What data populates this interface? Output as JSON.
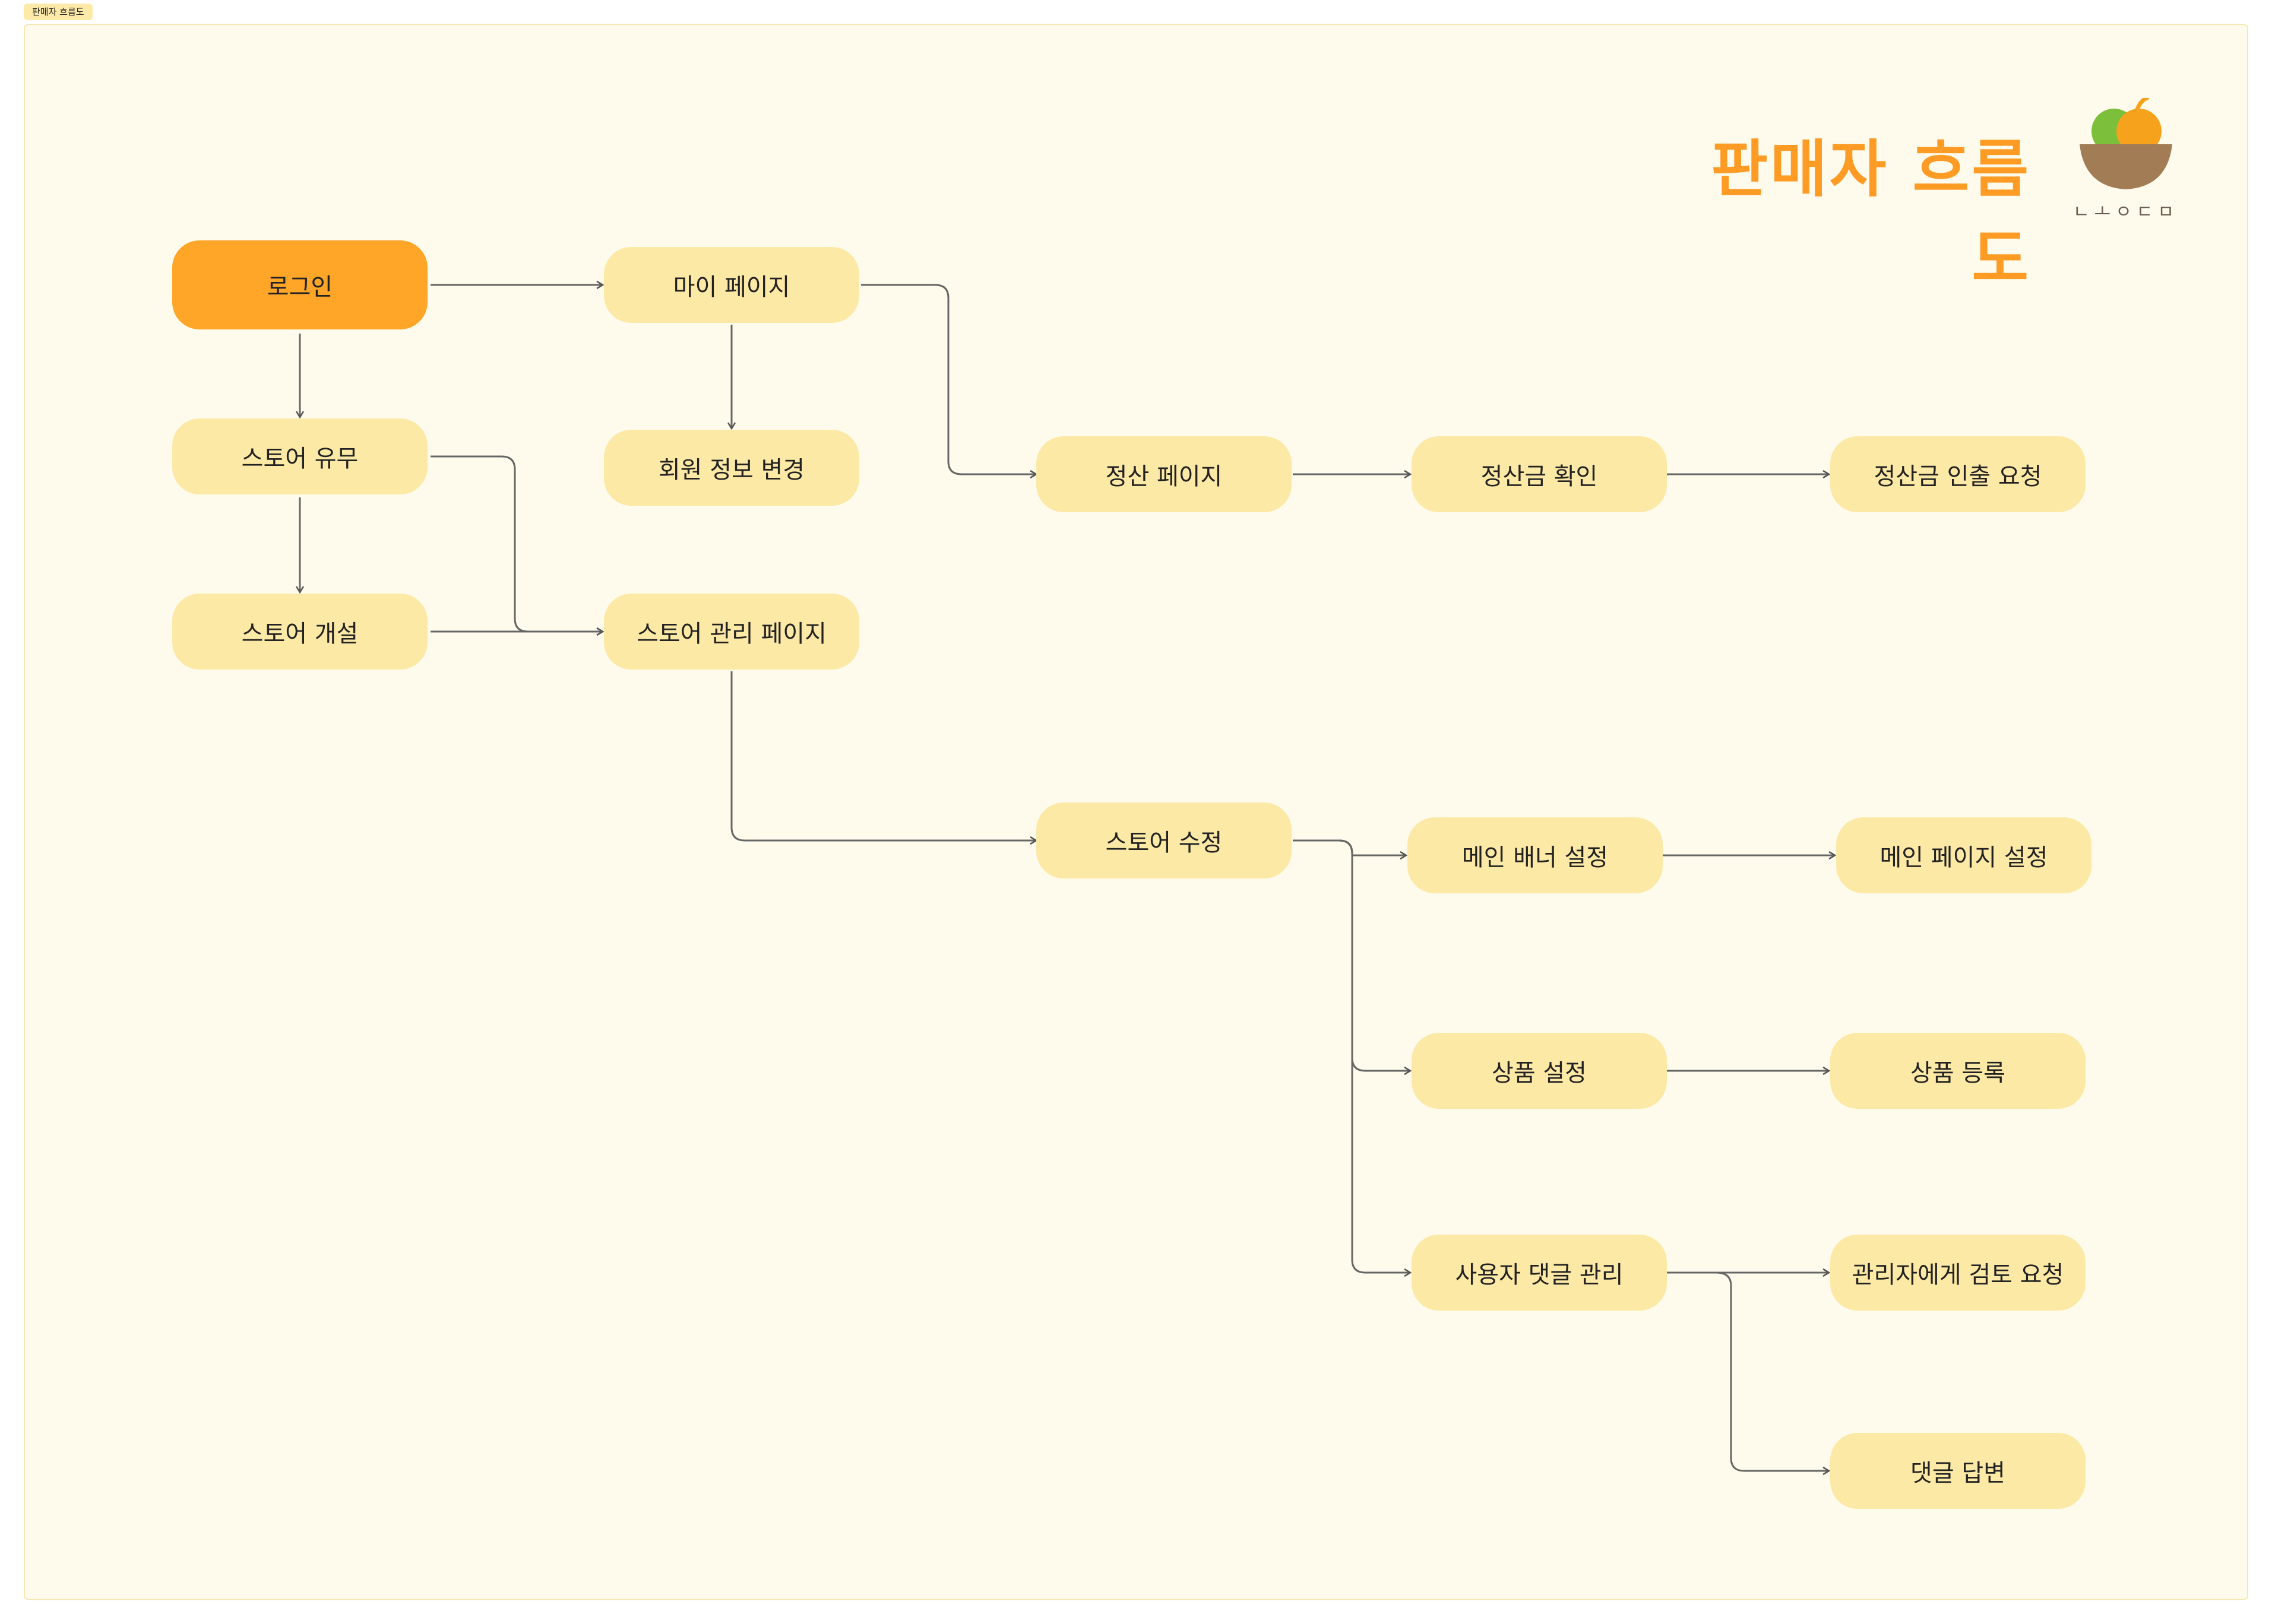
{
  "frame": {
    "tag": "판매자 흐름도"
  },
  "title": "판매자 흐름도",
  "logo": {
    "text": "ㄴㅗㅇㄷㅁ"
  },
  "colors": {
    "primary": "#ffa629",
    "node": "#fde9a6",
    "title": "#fd9b24",
    "background": "#fefbec"
  },
  "nodes": {
    "login": "로그인",
    "my_page": "마이 페이지",
    "store_exists": "스토어 유무",
    "member_edit": "회원 정보 변경",
    "settlement_page": "정산 페이지",
    "settlement_check": "정산금 확인",
    "withdraw_request": "정산금 인출 요청",
    "store_open": "스토어 개설",
    "store_manage": "스토어 관리 페이지",
    "store_edit": "스토어 수정",
    "main_banner": "메인 배너 설정",
    "main_page": "메인 페이지 설정",
    "product_settings": "상품 설정",
    "product_register": "상품 등록",
    "comment_manage": "사용자 댓글 관리",
    "admin_review": "관리자에게 검토 요청",
    "comment_reply": "댓글 답변"
  }
}
